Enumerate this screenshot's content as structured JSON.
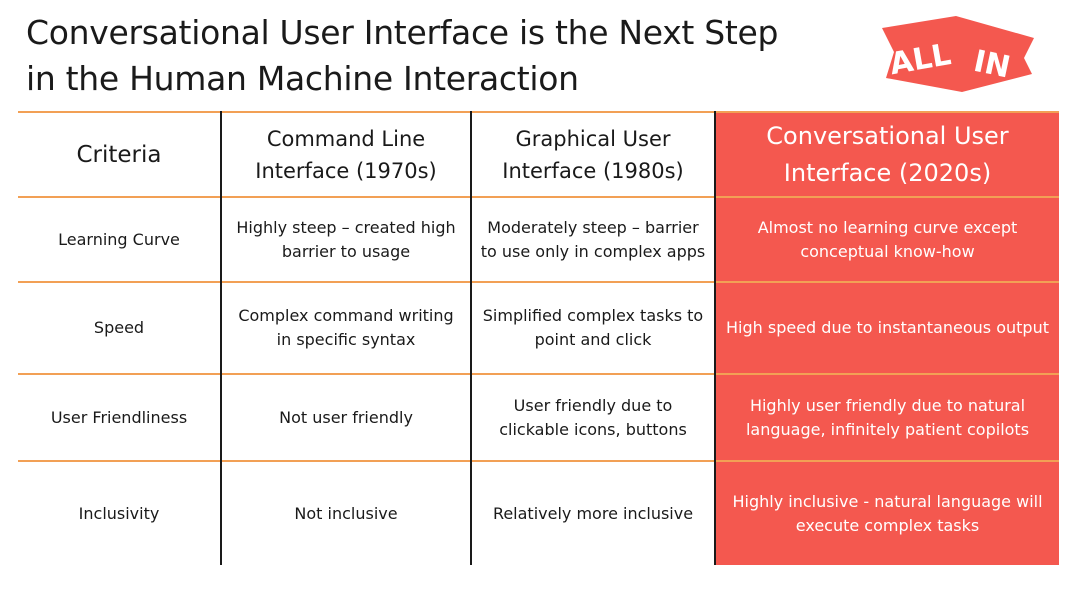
{
  "slide": {
    "title_line1": "Conversational User Interface is the Next Step",
    "title_line2": "in the Human Machine Interaction",
    "logo_text_left": "ALL",
    "logo_text_right": "IN",
    "logo_color": "#f4584f"
  },
  "table": {
    "headers": [
      "Criteria",
      "Command Line Interface (1970s)",
      "Graphical User Interface (1980s)",
      "Conversational User Interface (2020s)"
    ],
    "rows": [
      {
        "criteria": "Learning Curve",
        "cli": "Highly steep – created high barrier to usage",
        "gui": "Moderately steep – barrier to use only in complex apps",
        "cui": "Almost no learning curve except conceptual know-how"
      },
      {
        "criteria": "Speed",
        "cli": "Complex command writing in specific syntax",
        "gui": "Simplified complex tasks to point and click",
        "cui": "High speed due to instantaneous output"
      },
      {
        "criteria": "User Friendliness",
        "cli": "Not user friendly",
        "gui": "User friendly due to clickable icons, buttons",
        "cui": "Highly user friendly due to natural language, infinitely patient copilots"
      },
      {
        "criteria": "Inclusivity",
        "cli": "Not inclusive",
        "gui": "Relatively more inclusive",
        "cui": "Highly inclusive - natural language will execute complex tasks"
      }
    ],
    "highlight_color": "#f4584f",
    "divider_color": "#f2a055"
  }
}
